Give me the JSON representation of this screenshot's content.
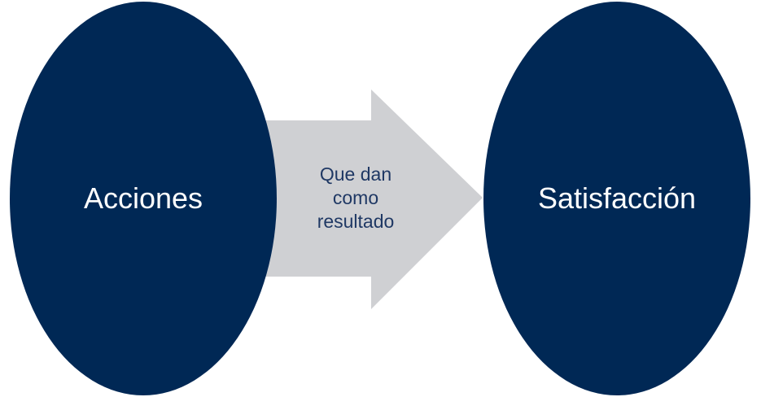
{
  "colors": {
    "node_fill": "#002855",
    "arrow_fill": "#cfd0d3",
    "node_text": "#ffffff",
    "arrow_text": "#1f3864",
    "background": "#ffffff"
  },
  "nodes": {
    "left": {
      "label": "Acciones"
    },
    "right": {
      "label": "Satisfacción"
    }
  },
  "arrow": {
    "label_lines": [
      "Que dan",
      "como",
      "resultado"
    ]
  }
}
